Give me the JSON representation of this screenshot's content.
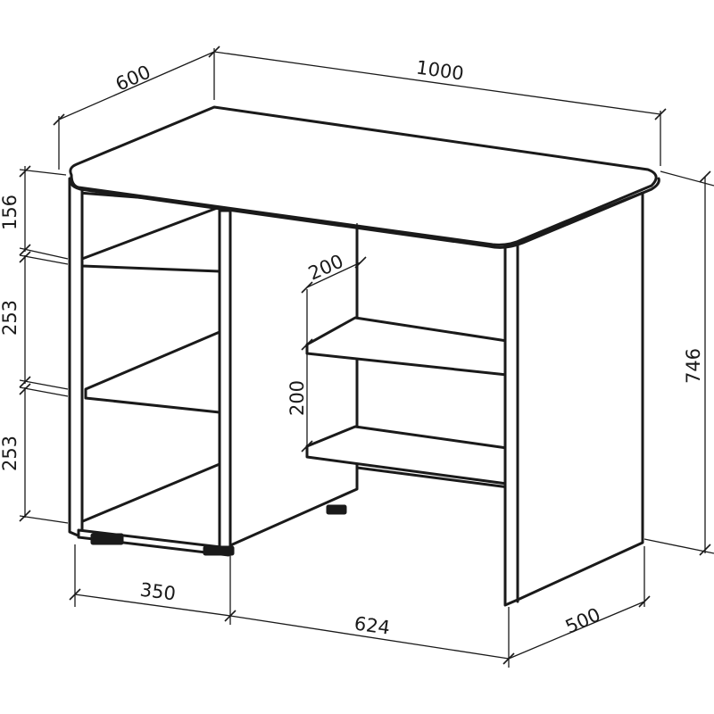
{
  "diagram": {
    "labels": {
      "overall_width": "1000",
      "top_depth": "600",
      "overall_height": "746",
      "top_gap": "156",
      "shelf_gap_upper": "253",
      "shelf_gap_lower": "253",
      "niche_depth": "200",
      "niche_height": "200",
      "cabinet_width": "350",
      "open_width": "624",
      "leg_depth": "500"
    },
    "colors": {
      "line": "#1a1a1a",
      "background": "#ffffff"
    }
  }
}
